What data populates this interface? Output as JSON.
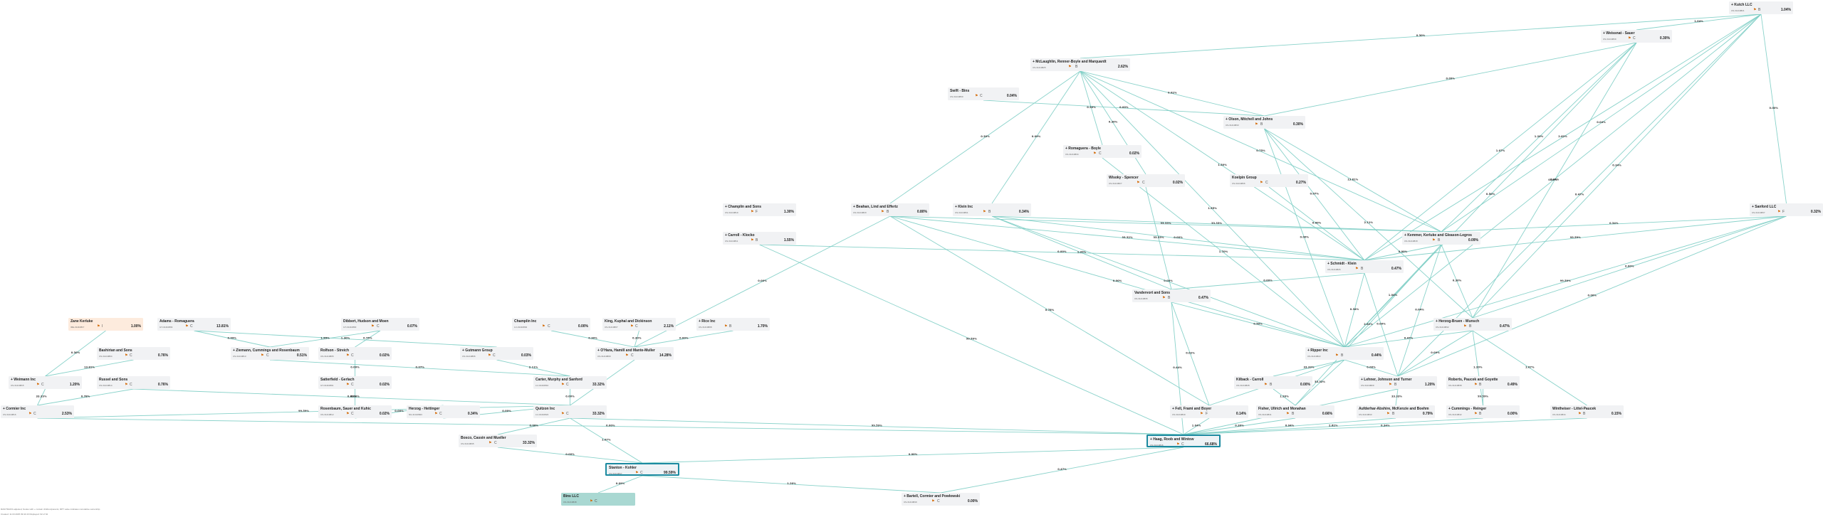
{
  "nodes": [
    {
      "id": "kutch",
      "name": "+ Kutch LLC",
      "sub": "US-31410821",
      "icon": "B",
      "pct": "1.04%"
    },
    {
      "id": "weissnat",
      "name": "+ Weissnat - Sauer",
      "sub": "US-31410839",
      "icon": "C",
      "pct": "0.30%"
    },
    {
      "id": "mclaughlin",
      "name": "+ McLaughlin, Renner-Boyle and Marquardt",
      "sub": "US-31410825",
      "icon": "B",
      "pct": "2.62%"
    },
    {
      "id": "swift",
      "name": "Swift - Bins",
      "sub": "US-31410830",
      "icon": "C",
      "pct": "0.04%"
    },
    {
      "id": "olson",
      "name": "+ Olson, Mitchell and Johns",
      "sub": "US-31410833",
      "icon": "B",
      "pct": "0.30%"
    },
    {
      "id": "romaguera",
      "name": "+ Romaguera - Boyle",
      "sub": "US-31410834",
      "icon": "C",
      "pct": "0.02%"
    },
    {
      "id": "wisoky",
      "name": "Wisoky - Spencer",
      "sub": "US-31410827",
      "icon": "C",
      "pct": "0.02%"
    },
    {
      "id": "koelpin",
      "name": "Koelpin Group",
      "sub": "US-31410836",
      "icon": "C",
      "pct": "0.27%"
    },
    {
      "id": "champlin_sons",
      "name": "+ Champlin and Sons",
      "sub": "US-31410819",
      "icon": "F",
      "pct": "1.30%"
    },
    {
      "id": "beahan",
      "name": "+ Beahan, Lind and Effertz",
      "sub": "US-31410820",
      "icon": "B",
      "pct": "0.80%"
    },
    {
      "id": "klein",
      "name": "+ Klein Inc",
      "sub": "US-31410831",
      "icon": "B",
      "pct": "0.34%"
    },
    {
      "id": "sanford",
      "name": "+ Sanford LLC",
      "sub": "US-31410837",
      "icon": "F",
      "pct": "0.32%"
    },
    {
      "id": "carroll",
      "name": "+ Carroll - Klocko",
      "sub": "US-31410811",
      "icon": "B",
      "pct": "1.55%"
    },
    {
      "id": "kemmer",
      "name": "+ Kemmer, Kerluke and Gleason-Legros",
      "sub": "US-31410818",
      "icon": "B",
      "pct": "0.09%"
    },
    {
      "id": "schmidt",
      "name": "+ Schmidt - Klein",
      "sub": "US-31410826",
      "icon": "B",
      "pct": "0.47%"
    },
    {
      "id": "hackett",
      "name": "+ Herzog-Bruen - Wunsch",
      "sub": "US-31410832",
      "icon": "B",
      "pct": "0.47%"
    },
    {
      "id": "vandervort",
      "name": "Vandervort and Sons",
      "sub": "US-31410835",
      "icon": "B",
      "pct": "0.47%"
    },
    {
      "id": "zane",
      "name": "Zane Kerluke",
      "sub": "IRE-31410817",
      "icon": "I",
      "pct": "1.00%"
    },
    {
      "id": "adams",
      "name": "Adams - Romaguera",
      "sub": "GT-31410803",
      "icon": "C",
      "pct": "13.81%"
    },
    {
      "id": "dibbert",
      "name": "Dibbert, Hudson and Moen",
      "sub": "GT-31410800",
      "icon": "C",
      "pct": "0.07%"
    },
    {
      "id": "champlin_inc",
      "name": "Champlin Inc",
      "sub": "LU-31410802",
      "icon": "C",
      "pct": "0.00%"
    },
    {
      "id": "kuphal",
      "name": "King, Kuphal and Dickinson",
      "sub": "US-31410807",
      "icon": "C",
      "pct": "2.11%"
    },
    {
      "id": "rice",
      "name": "+ Rice Inc",
      "sub": "US-31410808",
      "icon": "B",
      "pct": "1.70%"
    },
    {
      "id": "bashirian",
      "name": "Bashirian and Sons",
      "sub": "US-31410804",
      "icon": "C",
      "pct": "0.76%"
    },
    {
      "id": "ziemann",
      "name": "+ Ziemann, Cummings and Rosenbaum",
      "sub": "US-31410813",
      "icon": "C",
      "pct": "0.51%"
    },
    {
      "id": "rolfson",
      "name": "Rolfson - Streich",
      "sub": "US-31410805",
      "icon": "C",
      "pct": "0.02%"
    },
    {
      "id": "gutmann",
      "name": "+ Gutmann Group",
      "sub": "US-31410806",
      "icon": "C",
      "pct": "0.03%"
    },
    {
      "id": "ohara",
      "name": "+ O'Hara, Hamill and Mante-Muller",
      "sub": "US-31410809",
      "icon": "C",
      "pct": "14.28%"
    },
    {
      "id": "ripper",
      "name": "+ Ripper Inc",
      "sub": "US-31410822",
      "icon": "B",
      "pct": "0.44%"
    },
    {
      "id": "weimann",
      "name": "+ Weimann Inc",
      "sub": "US-31410815",
      "icon": "C",
      "pct": "1.20%"
    },
    {
      "id": "russel",
      "name": "Russel and Sons",
      "sub": "US-31410814",
      "icon": "C",
      "pct": "0.76%"
    },
    {
      "id": "satterfield",
      "name": "Satterfield - Gerlach",
      "sub": "GT-31410801",
      "icon": "C",
      "pct": "0.02%"
    },
    {
      "id": "carter",
      "name": "Carter, Murphy and Sanford",
      "sub": "LU-31410810",
      "icon": "C",
      "pct": "33.32%"
    },
    {
      "id": "kilback",
      "name": "Kilback - Carroll",
      "sub": "US-31410828",
      "icon": "B",
      "pct": "0.00%"
    },
    {
      "id": "lehner",
      "name": "+ Lehner, Johnson and Turner",
      "sub": "US-31410829",
      "icon": "B",
      "pct": "1.20%"
    },
    {
      "id": "roberts",
      "name": "Roberts, Paucek and Goyette",
      "sub": "US-31410838",
      "icon": "B",
      "pct": "0.49%"
    },
    {
      "id": "cormier",
      "name": "+ Cormier Inc",
      "sub": "US-31410816",
      "icon": "C",
      "pct": "2.53%"
    },
    {
      "id": "rosenbaum",
      "name": "Rosenbaum, Sauer and Kuhic",
      "sub": "US-31410812",
      "icon": "C",
      "pct": "0.02%"
    },
    {
      "id": "herzog",
      "name": "Herzog - Hettinger",
      "sub": "NG-31410823",
      "icon": "C",
      "pct": "0.34%"
    },
    {
      "id": "quitzon",
      "name": "Quitzon Inc",
      "sub": "LU-31410824",
      "icon": "C",
      "pct": "33.32%"
    },
    {
      "id": "fell",
      "name": "+ Fell, Frami and Boyer",
      "sub": "US-31410840",
      "icon": "F",
      "pct": "0.14%"
    },
    {
      "id": "fisher",
      "name": "Fisher, Ullrich and Monahan",
      "sub": "US-31410841",
      "icon": "B",
      "pct": "0.66%"
    },
    {
      "id": "aufderhar",
      "name": "Aufderhar-Abshire, McKenzie and Boehm",
      "sub": "US-31410843",
      "icon": "B",
      "pct": "0.79%"
    },
    {
      "id": "cummings",
      "name": "+ Cummings - Reinger",
      "sub": "US-31410842",
      "icon": "B",
      "pct": "0.00%"
    },
    {
      "id": "wintheiser",
      "name": "Wintheiser - Littel-Paucek",
      "sub": "US-31410844",
      "icon": "B",
      "pct": "0.15%"
    },
    {
      "id": "bosco",
      "name": "Bosco, Cassin and Mueller",
      "sub": "US-31410845",
      "icon": "C",
      "pct": "33.32%"
    },
    {
      "id": "haag",
      "name": "+ Haag, Roob and Wintow",
      "sub": "US-31410846",
      "icon": "C",
      "pct": "66.68%"
    },
    {
      "id": "stanton",
      "name": "Stanton - Kohler",
      "sub": "US-31410847",
      "icon": "C",
      "pct": "99.59%"
    },
    {
      "id": "bins",
      "name": "Bins LLC",
      "sub": "US-31410848",
      "icon": "C",
      "pct": ""
    },
    {
      "id": "bartell",
      "name": "+ Bartell, Cormier and Powlowski",
      "sub": "US-31410849",
      "icon": "C",
      "pct": "0.00%"
    }
  ],
  "edge_labels": [
    "1.04%",
    "0.30%",
    "0.04%",
    "2.62%",
    "0.34%",
    "0.00%",
    "0.00%",
    "0.47%",
    "0.09%",
    "1.20%",
    "1.07%",
    "0.50%",
    "0.44%",
    "0.02%",
    "0.30%",
    "0.09%",
    "1.30%",
    "1.55%",
    "0.75%",
    "0.30%",
    "0.30%",
    "0.00%",
    "13.81%",
    "0.07%",
    "0.00%",
    "2.11%",
    "1.70%",
    "33.33%",
    "0.00%",
    "33.32%",
    "0.00%",
    "33.33%",
    "0.78%",
    "0.00%",
    "0.00%",
    "0.00%",
    "1.20%",
    "33.33%",
    "0.34%",
    "99.59%",
    "99.59%",
    "0.00%",
    "0.00%",
    "0.00%",
    "99.59%",
    "0.00%"
  ],
  "footer": {
    "line1": "RAN/TRANS adjusted, Nodes with + contain children/parents; RPT value indicates cumulative ownership.",
    "line2": "Created: 11.03.2025 09:44:43 Displayed: 62 of 62"
  }
}
